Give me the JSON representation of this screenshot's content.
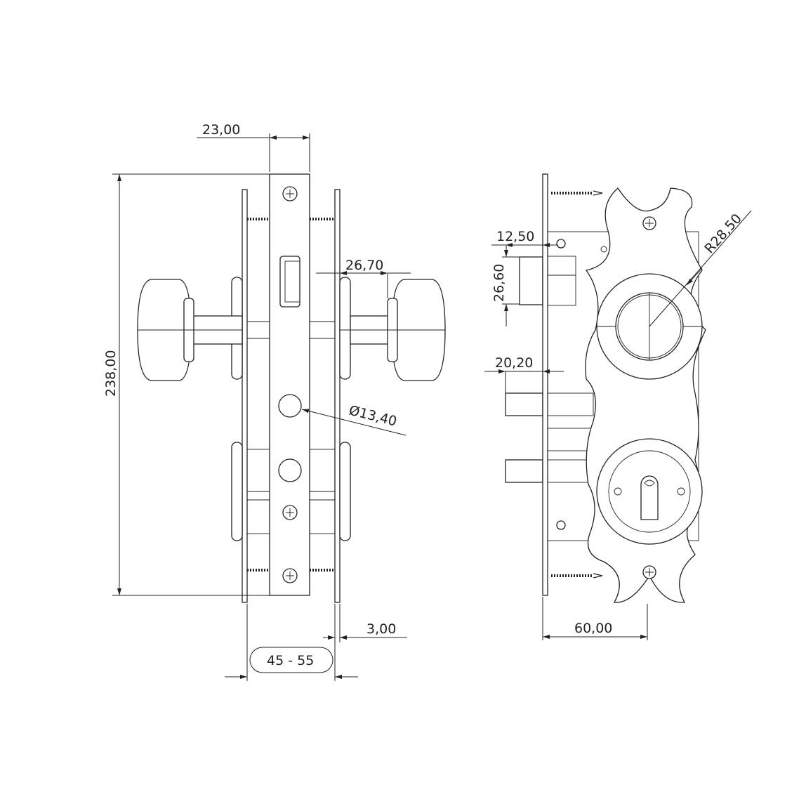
{
  "dimensions": {
    "faceplate_width": "23,00",
    "total_height": "238,00",
    "knob_offset": "26,70",
    "hole_diameter": "Ø13,40",
    "plate_thickness": "3,00",
    "door_thickness_range": "45 - 55",
    "latch_projection": "12,50",
    "latch_height": "26,60",
    "bolt_projection": "20,20",
    "rosette_radius": "R28,50",
    "backset": "60,00"
  }
}
